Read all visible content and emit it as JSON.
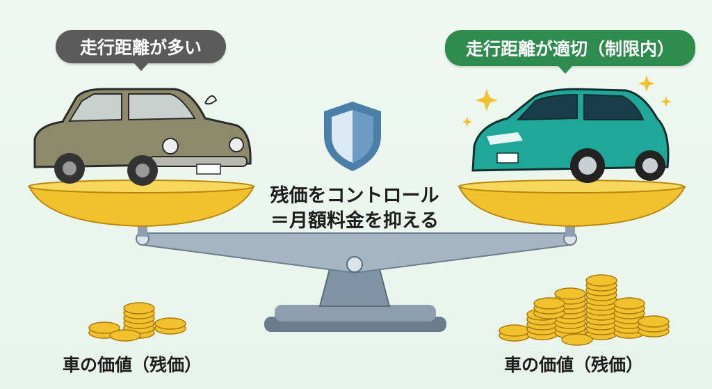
{
  "bubbles": {
    "left": "走行距離が多い",
    "right": "走行距離が適切（制限内）"
  },
  "center": {
    "line1": "残価をコントロール",
    "line2": "＝月額料金を抑える"
  },
  "labels": {
    "left": "車の価値（残価）",
    "right": "車の価値（残価）"
  },
  "colors": {
    "left_bubble": "#5b5b5b",
    "right_bubble": "#2f8c4f",
    "shield": "#4a7fa8",
    "gold": "#f2c12e",
    "new_car": "#1fa79a",
    "old_car": "#8d8a6c"
  }
}
